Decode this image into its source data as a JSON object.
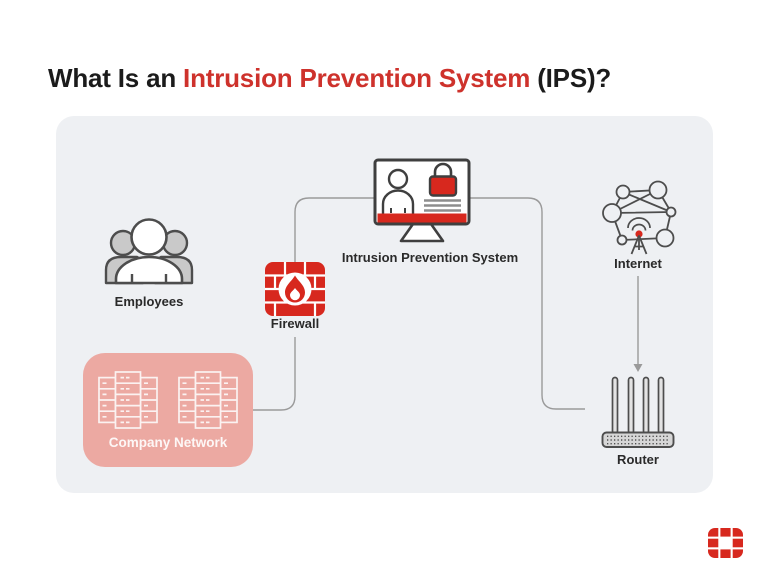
{
  "title": {
    "prefix": "What Is an ",
    "highlight": "Intrusion Prevention System",
    "suffix": " (IPS)?"
  },
  "nodes": {
    "employees": {
      "label": "Employees"
    },
    "firewall": {
      "label": "Firewall"
    },
    "ips": {
      "label": "Intrusion Prevention System"
    },
    "internet": {
      "label": "Internet"
    },
    "router": {
      "label": "Router"
    },
    "company_network": {
      "label": "Company Network"
    }
  },
  "icons": {
    "employees": "three-user-group-icon",
    "firewall": "brick-wall-flame-icon",
    "ips": "monitor-user-lock-icon",
    "internet": "network-globe-antenna-icon",
    "router": "wireless-router-icon",
    "company_network": "server-rack-icon",
    "branding": "fortinet-grid-logo"
  },
  "connections": [
    "company_network-to-firewall",
    "firewall-to-ips",
    "ips-to-router",
    "internet-to-router-arrow"
  ],
  "colors": {
    "accent_red": "#d7281e",
    "title_red": "#ce322c",
    "title_black": "#1b1b1b",
    "panel_bg": "#eef0f3",
    "company_network_bg": "#eca9a2",
    "connector_gray": "#9a9a9a",
    "icon_outline": "#4a4a4a",
    "muted_gray_fill": "#c9c9c9"
  }
}
